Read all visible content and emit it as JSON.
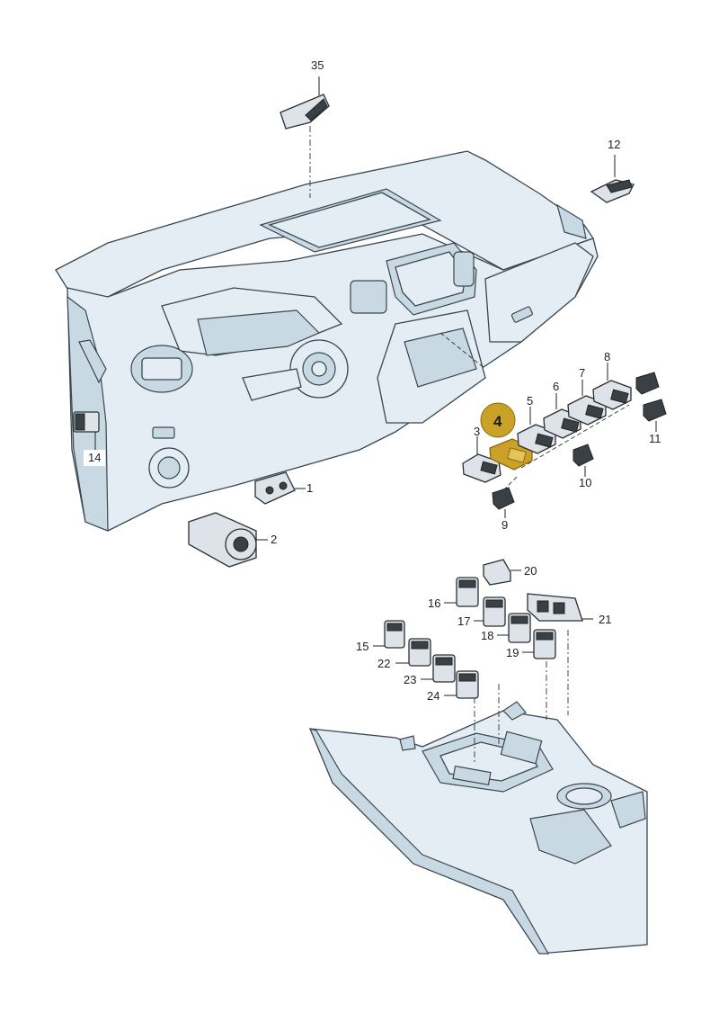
{
  "diagram": {
    "callouts": [
      {
        "key": "p35",
        "label": "35"
      },
      {
        "key": "p12",
        "label": "12"
      },
      {
        "key": "p14",
        "label": "14"
      },
      {
        "key": "p1",
        "label": "1"
      },
      {
        "key": "p2",
        "label": "2"
      },
      {
        "key": "p3",
        "label": "3"
      },
      {
        "key": "p4",
        "label": "4",
        "highlighted": true
      },
      {
        "key": "p5",
        "label": "5"
      },
      {
        "key": "p6",
        "label": "6"
      },
      {
        "key": "p7",
        "label": "7"
      },
      {
        "key": "p8",
        "label": "8"
      },
      {
        "key": "p9",
        "label": "9"
      },
      {
        "key": "p10",
        "label": "10"
      },
      {
        "key": "p11",
        "label": "11"
      },
      {
        "key": "p15",
        "label": "15"
      },
      {
        "key": "p16",
        "label": "16"
      },
      {
        "key": "p17",
        "label": "17"
      },
      {
        "key": "p18",
        "label": "18"
      },
      {
        "key": "p19",
        "label": "19"
      },
      {
        "key": "p20",
        "label": "20"
      },
      {
        "key": "p21",
        "label": "21"
      },
      {
        "key": "p22",
        "label": "22"
      },
      {
        "key": "p23",
        "label": "23"
      },
      {
        "key": "p24",
        "label": "24"
      }
    ],
    "colors": {
      "highlight_fill": "#c9a227",
      "highlight_stroke": "#8a6c10",
      "body_fill": "#e3edf3",
      "outline": "#3a4750"
    }
  }
}
